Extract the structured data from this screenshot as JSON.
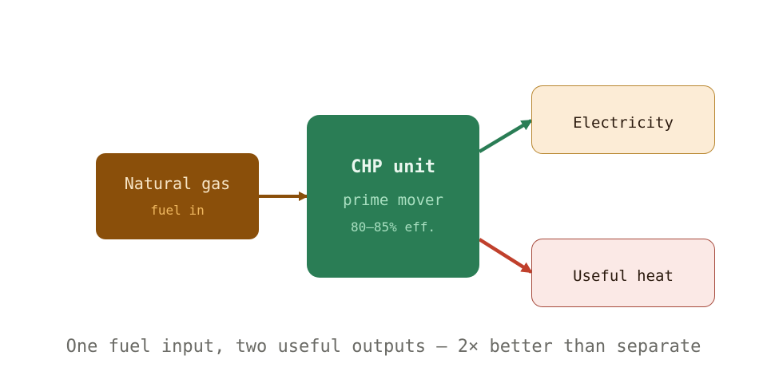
{
  "colors": {
    "gas_fill": "#8a4f0a",
    "gas_title": "#f7e4c4",
    "gas_sub": "#f0b860",
    "chp_fill": "#2a7d55",
    "chp_title": "#eaf7ef",
    "chp_sub": "#a8dfc0",
    "elec_fill": "#fcecd6",
    "elec_border": "#b8862f",
    "heat_fill": "#fbe9e6",
    "heat_border": "#a64a3c",
    "output_text": "#2b1a0e",
    "gas_arrow": "#8a4f0a",
    "elec_arrow": "#2a7d55",
    "heat_arrow": "#c0402c",
    "caption": "#6b6b66"
  },
  "nodes": {
    "gas": {
      "title": "Natural gas",
      "subtitle": "fuel in"
    },
    "chp": {
      "title": "CHP unit",
      "subtitle": "prime mover",
      "efficiency": "80–85% eff."
    },
    "electricity": {
      "label": "Electricity"
    },
    "heat": {
      "label": "Useful heat"
    }
  },
  "caption": "One fuel input, two useful outputs — 2× better than separate"
}
